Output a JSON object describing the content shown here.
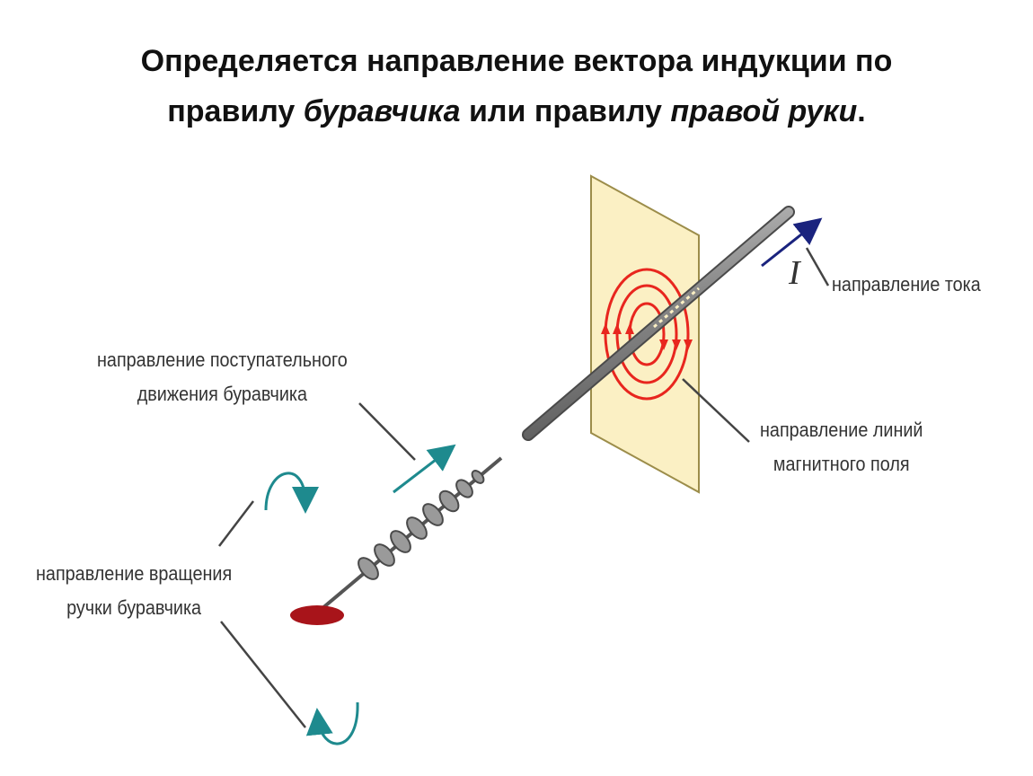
{
  "title": {
    "line1": "Определяется направление вектора индукции по",
    "line2_part1": "правилу ",
    "line2_em1": "буравчика",
    "line2_part2": " или правилу ",
    "line2_em2": "правой руки",
    "line2_end": "."
  },
  "labels": {
    "current_symbol": "I",
    "current_direction": "направление тока",
    "translation_line1": "направление поступательного",
    "translation_line2": "движения буравчика",
    "field_lines_line1": "направление линий",
    "field_lines_line2": "магнитного поля",
    "rotation_line1": "направление вращения",
    "rotation_line2": "ручки буравчика"
  },
  "colors": {
    "field_lines": "#e8261e",
    "plane_fill": "#fbf0c4",
    "rotation_arrows": "#1e8a8e",
    "current_arrow": "#1a237e",
    "handle": "#a8141a"
  }
}
